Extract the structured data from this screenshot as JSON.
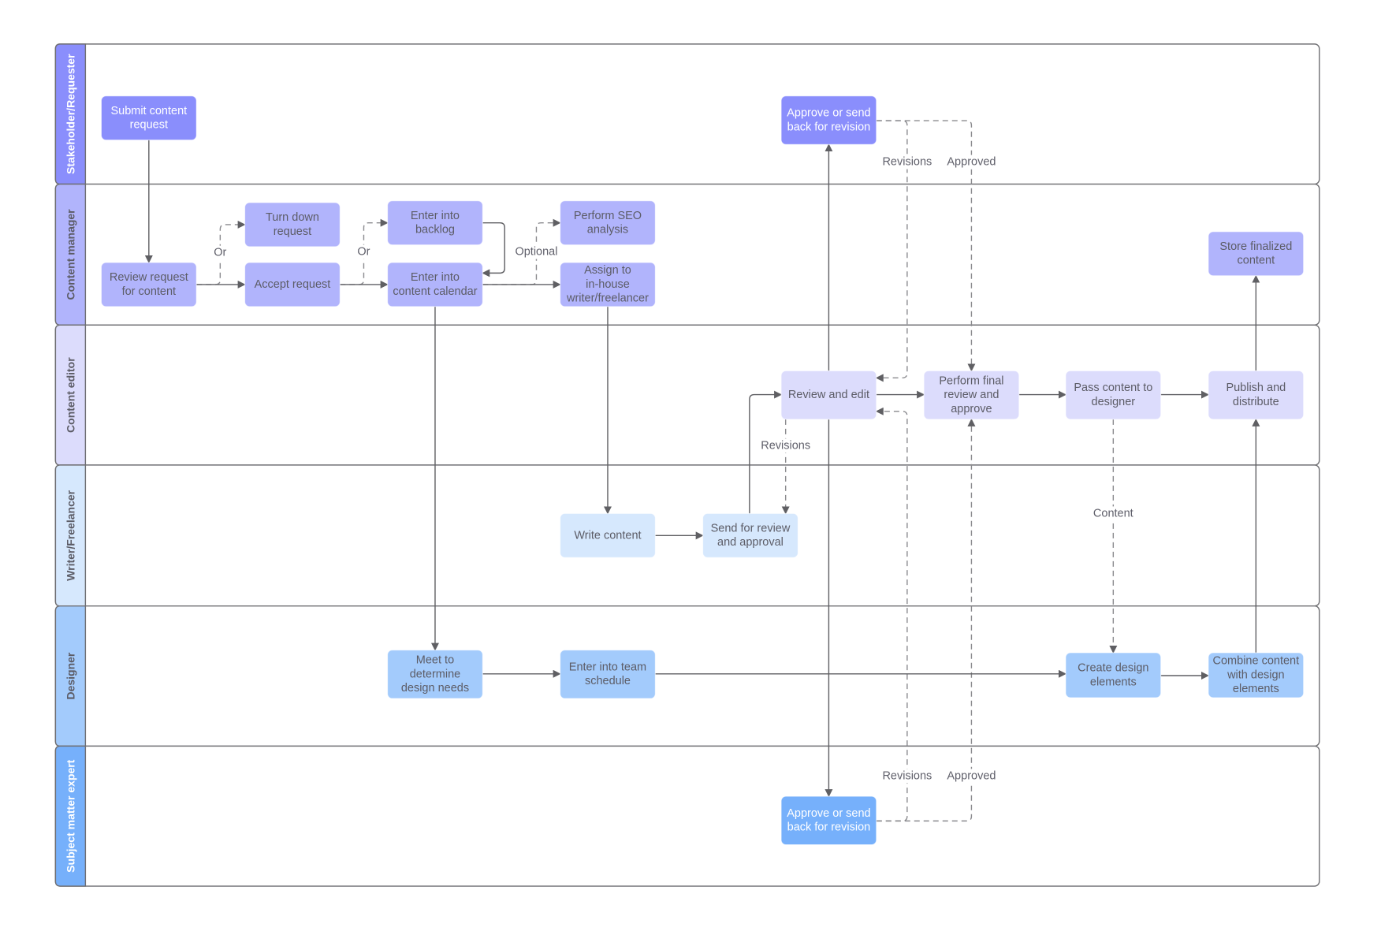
{
  "title": "Content creation swimlane diagram",
  "colors": {
    "lane_border": "#6f6f73",
    "edge": "#5f5f63",
    "dashed_edge": "#8a8a8e",
    "text_dark": "#5c5c66",
    "text_light": "#ffffff"
  },
  "lanes": [
    {
      "id": "stakeholder",
      "label": "Stakeholder/Requester",
      "header_color": "#8a8efc",
      "label_color": "#ffffff"
    },
    {
      "id": "content_manager",
      "label": "Content manager",
      "header_color": "#b1b4fc",
      "label_color": "#5c5c66"
    },
    {
      "id": "content_editor",
      "label": "Content editor",
      "header_color": "#dcdcfc",
      "label_color": "#5c5c66"
    },
    {
      "id": "writer",
      "label": "Writer/Freelancer",
      "header_color": "#d6e8fd",
      "label_color": "#5c5c66"
    },
    {
      "id": "designer",
      "label": "Designer",
      "header_color": "#a3cbfc",
      "label_color": "#5c5c66"
    },
    {
      "id": "sme",
      "label": "Subject matter expert",
      "header_color": "#76b0fb",
      "label_color": "#ffffff"
    }
  ],
  "nodes": [
    {
      "id": "submit",
      "lane": "stakeholder",
      "lines": [
        "Submit content",
        "request"
      ],
      "fill": "#8a8efc",
      "text_color": "#ffffff"
    },
    {
      "id": "approve_top",
      "lane": "stakeholder",
      "lines": [
        "Approve or send",
        "back for revision"
      ],
      "fill": "#8a8efc",
      "text_color": "#ffffff"
    },
    {
      "id": "review_request",
      "lane": "content_manager",
      "lines": [
        "Review request",
        "for content"
      ],
      "fill": "#b1b4fc",
      "text_color": "#5c5c66"
    },
    {
      "id": "turn_down",
      "lane": "content_manager",
      "lines": [
        "Turn down",
        "request"
      ],
      "fill": "#b1b4fc",
      "text_color": "#5c5c66"
    },
    {
      "id": "accept",
      "lane": "content_manager",
      "lines": [
        "Accept request"
      ],
      "fill": "#b1b4fc",
      "text_color": "#5c5c66"
    },
    {
      "id": "backlog",
      "lane": "content_manager",
      "lines": [
        "Enter into",
        "backlog"
      ],
      "fill": "#b1b4fc",
      "text_color": "#5c5c66"
    },
    {
      "id": "calendar",
      "lane": "content_manager",
      "lines": [
        "Enter into",
        "content calendar"
      ],
      "fill": "#b1b4fc",
      "text_color": "#5c5c66"
    },
    {
      "id": "seo",
      "lane": "content_manager",
      "lines": [
        "Perform SEO",
        "analysis"
      ],
      "fill": "#b1b4fc",
      "text_color": "#5c5c66"
    },
    {
      "id": "assign",
      "lane": "content_manager",
      "lines": [
        "Assign to",
        "in-house",
        "writer/freelancer"
      ],
      "fill": "#b1b4fc",
      "text_color": "#5c5c66"
    },
    {
      "id": "store",
      "lane": "content_manager",
      "lines": [
        "Store finalized",
        "content"
      ],
      "fill": "#b1b4fc",
      "text_color": "#5c5c66"
    },
    {
      "id": "review_edit",
      "lane": "content_editor",
      "lines": [
        "Review and edit"
      ],
      "fill": "#dcdcfc",
      "text_color": "#5c5c66"
    },
    {
      "id": "final_review",
      "lane": "content_editor",
      "lines": [
        "Perform final",
        "review and",
        "approve"
      ],
      "fill": "#dcdcfc",
      "text_color": "#5c5c66"
    },
    {
      "id": "pass_designer",
      "lane": "content_editor",
      "lines": [
        "Pass content to",
        "designer"
      ],
      "fill": "#dcdcfc",
      "text_color": "#5c5c66"
    },
    {
      "id": "publish",
      "lane": "content_editor",
      "lines": [
        "Publish and",
        "distribute"
      ],
      "fill": "#dcdcfc",
      "text_color": "#5c5c66"
    },
    {
      "id": "write",
      "lane": "writer",
      "lines": [
        "Write content"
      ],
      "fill": "#d6e8fd",
      "text_color": "#5c5c66"
    },
    {
      "id": "send_review",
      "lane": "writer",
      "lines": [
        "Send for review",
        "and approval"
      ],
      "fill": "#d6e8fd",
      "text_color": "#5c5c66"
    },
    {
      "id": "meet",
      "lane": "designer",
      "lines": [
        "Meet to",
        "determine",
        "design needs"
      ],
      "fill": "#a3cbfc",
      "text_color": "#5c5c66"
    },
    {
      "id": "team_schedule",
      "lane": "designer",
      "lines": [
        "Enter into team",
        "schedule"
      ],
      "fill": "#a3cbfc",
      "text_color": "#5c5c66"
    },
    {
      "id": "create_design",
      "lane": "designer",
      "lines": [
        "Create design",
        "elements"
      ],
      "fill": "#a3cbfc",
      "text_color": "#5c5c66"
    },
    {
      "id": "combine",
      "lane": "designer",
      "lines": [
        "Combine content",
        "with design",
        "elements"
      ],
      "fill": "#a3cbfc",
      "text_color": "#5c5c66"
    },
    {
      "id": "approve_bottom",
      "lane": "sme",
      "lines": [
        "Approve or send",
        "back for revision"
      ],
      "fill": "#76b0fb",
      "text_color": "#ffffff"
    }
  ],
  "edges": [
    {
      "id": "submit-to-review",
      "from": "submit",
      "to": "review_request",
      "style": "solid",
      "label": ""
    },
    {
      "id": "review-to-turndown",
      "from": "review_request",
      "to": "turn_down",
      "style": "dashed",
      "label": "Or"
    },
    {
      "id": "review-to-accept",
      "from": "review_request",
      "to": "accept",
      "style": "solid",
      "label": ""
    },
    {
      "id": "accept-to-backlog",
      "from": "accept",
      "to": "backlog",
      "style": "dashed",
      "label": "Or"
    },
    {
      "id": "accept-to-calendar",
      "from": "accept",
      "to": "calendar",
      "style": "solid",
      "label": ""
    },
    {
      "id": "backlog-to-calendar",
      "from": "backlog",
      "to": "calendar",
      "style": "solid",
      "label": ""
    },
    {
      "id": "calendar-to-seo",
      "from": "calendar",
      "to": "seo",
      "style": "dashed",
      "label": "Optional"
    },
    {
      "id": "calendar-to-assign",
      "from": "calendar",
      "to": "assign",
      "style": "solid",
      "label": ""
    },
    {
      "id": "calendar-to-meet",
      "from": "calendar",
      "to": "meet",
      "style": "solid",
      "label": ""
    },
    {
      "id": "assign-to-write",
      "from": "assign",
      "to": "write",
      "style": "solid",
      "label": ""
    },
    {
      "id": "write-to-send",
      "from": "write",
      "to": "send_review",
      "style": "solid",
      "label": ""
    },
    {
      "id": "send-to-reviewedit",
      "from": "send_review",
      "to": "review_edit",
      "style": "solid",
      "label": ""
    },
    {
      "id": "reviewedit-to-send",
      "from": "review_edit",
      "to": "send_review",
      "style": "dashed",
      "label": "Revisions"
    },
    {
      "id": "reviewedit-to-approvetop",
      "from": "review_edit",
      "to": "approve_top",
      "style": "solid",
      "label": ""
    },
    {
      "id": "reviewedit-to-approvebottom",
      "from": "review_edit",
      "to": "approve_bottom",
      "style": "solid",
      "label": ""
    },
    {
      "id": "approvetop-revisions",
      "from": "approve_top",
      "to": "review_edit",
      "style": "dashed",
      "label": "Revisions"
    },
    {
      "id": "approvetop-approved",
      "from": "approve_top",
      "to": "final_review",
      "style": "dashed",
      "label": "Approved"
    },
    {
      "id": "approvebottom-revisions",
      "from": "approve_bottom",
      "to": "review_edit",
      "style": "dashed",
      "label": "Revisions"
    },
    {
      "id": "approvebottom-approved",
      "from": "approve_bottom",
      "to": "final_review",
      "style": "dashed",
      "label": "Approved"
    },
    {
      "id": "reviewedit-to-final",
      "from": "review_edit",
      "to": "final_review",
      "style": "solid",
      "label": ""
    },
    {
      "id": "final-to-pass",
      "from": "final_review",
      "to": "pass_designer",
      "style": "solid",
      "label": ""
    },
    {
      "id": "pass-to-publish",
      "from": "pass_designer",
      "to": "publish",
      "style": "solid",
      "label": ""
    },
    {
      "id": "pass-to-create",
      "from": "pass_designer",
      "to": "create_design",
      "style": "dashed",
      "label": "Content"
    },
    {
      "id": "meet-to-schedule",
      "from": "meet",
      "to": "team_schedule",
      "style": "solid",
      "label": ""
    },
    {
      "id": "schedule-to-create",
      "from": "team_schedule",
      "to": "create_design",
      "style": "solid",
      "label": ""
    },
    {
      "id": "create-to-combine",
      "from": "create_design",
      "to": "combine",
      "style": "solid",
      "label": ""
    },
    {
      "id": "combine-to-publish",
      "from": "combine",
      "to": "publish",
      "style": "solid",
      "label": ""
    },
    {
      "id": "publish-to-store",
      "from": "publish",
      "to": "store",
      "style": "solid",
      "label": ""
    }
  ]
}
